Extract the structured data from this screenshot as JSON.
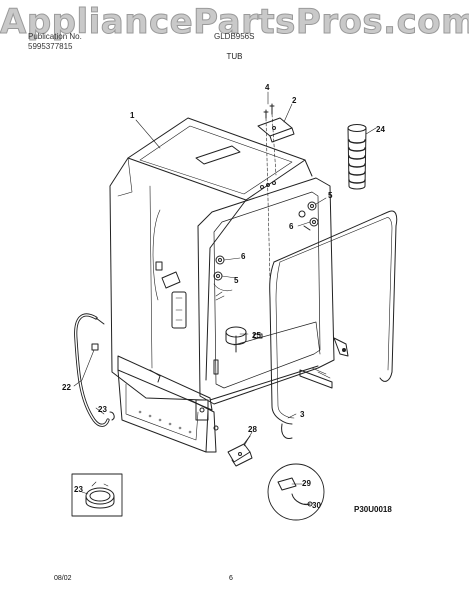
{
  "watermark": "AppliancePartsPros.com",
  "header": {
    "left_line1": "Publication No.",
    "left_line2": "5995377815",
    "right_line1": "GLDB956S"
  },
  "title": "TUB",
  "callouts": {
    "c1": "1",
    "c2": "2",
    "c3": "3",
    "c4": "4",
    "c5a": "5",
    "c5b": "5",
    "c6a": "6",
    "c6b": "6",
    "c22": "22",
    "c23a": "23",
    "c23b": "23",
    "c24": "24",
    "c25": "25",
    "c28": "28",
    "c29": "29",
    "c30": "30"
  },
  "diagram_code": "P30U0018",
  "footer": {
    "date": "08/02",
    "page": "6"
  }
}
